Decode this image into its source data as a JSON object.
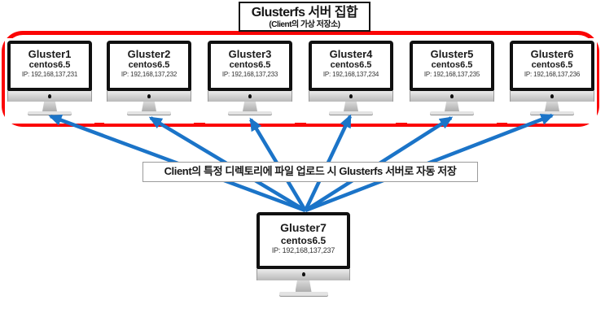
{
  "title_box": {
    "title": "Glusterfs 서버 집합",
    "subtitle": "(Client의 가상 저장소)"
  },
  "annotation": {
    "text": "Client의 특정 디렉토리에 파일 업로드 시 Glusterfs 서버로 자동 저장"
  },
  "servers": [
    {
      "name": "Gluster1",
      "os": "centos6.5",
      "ip": "IP: 192,168,137,231"
    },
    {
      "name": "Gluster2",
      "os": "centos6.5",
      "ip": "IP: 192,168,137,232"
    },
    {
      "name": "Gluster3",
      "os": "centos6.5",
      "ip": "IP: 192,168,137,233"
    },
    {
      "name": "Gluster4",
      "os": "centos6.5",
      "ip": "IP: 192,168,137,234"
    },
    {
      "name": "Gluster5",
      "os": "centos6.5",
      "ip": "IP: 192,168,137,235"
    },
    {
      "name": "Gluster6",
      "os": "centos6.5",
      "ip": "IP: 192,168,137,236"
    }
  ],
  "client": {
    "name": "Gluster7",
    "os": "centos6.5",
    "ip": "IP: 192,168,137,237"
  },
  "colors": {
    "arrow_blue": "#1b74c8",
    "boundary_red": "#fb0505",
    "bezel_black": "#101010"
  },
  "icons": {
    "apple_logo": "apple-logo"
  }
}
